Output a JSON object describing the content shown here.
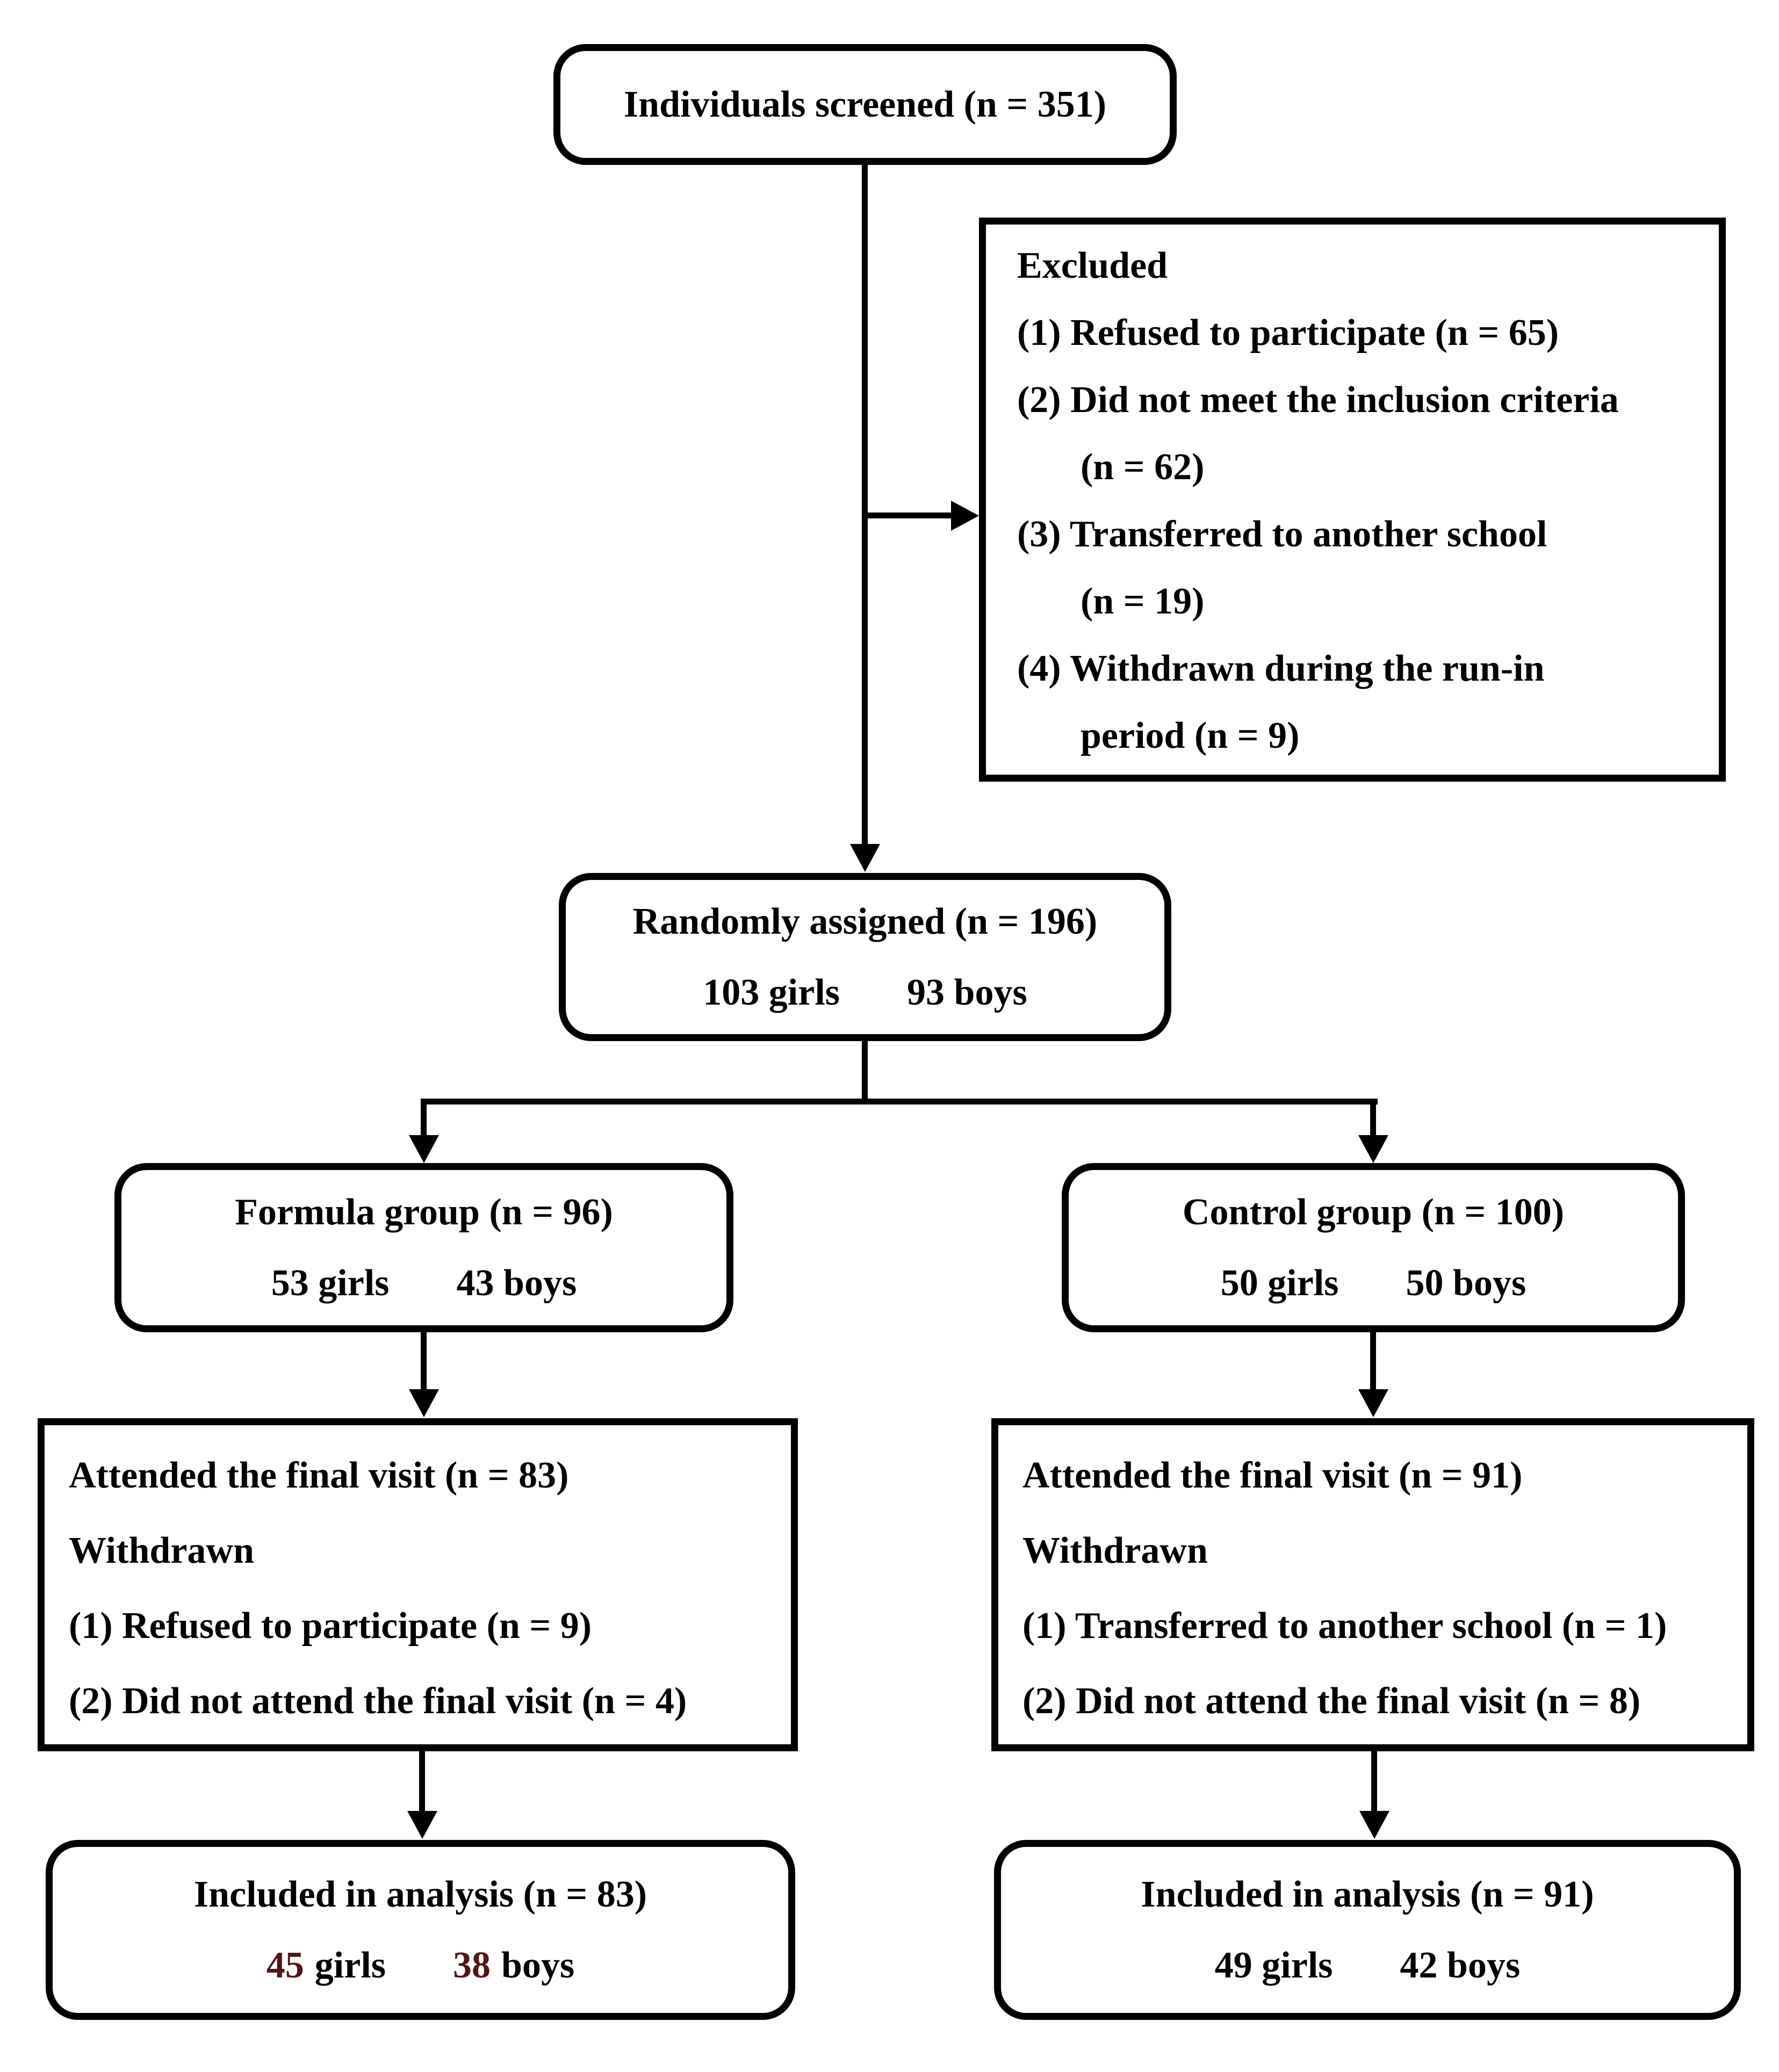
{
  "colors": {
    "line": "#000000",
    "text": "#000000",
    "background": "#ffffff",
    "analysis_number_highlight": "#521616"
  },
  "diagram": {
    "screened": {
      "label": "Individuals screened (n = 351)"
    },
    "excluded": {
      "lines": [
        "Excluded",
        "(1) Refused to participate (n = 65)",
        "(2) Did not meet the inclusion criteria",
        "(n = 62)",
        "(3) Transferred to another school",
        "(n = 19)",
        "(4) Withdrawn during the run-in",
        "period (n = 9)"
      ]
    },
    "randomized": {
      "label": "Randomly assigned (n = 196)",
      "girls": "103 girls",
      "boys": "93 boys"
    },
    "formula_group": {
      "label": "Formula group (n = 96)",
      "girls": "53 girls",
      "boys": "43 boys"
    },
    "control_group": {
      "label": "Control group (n = 100)",
      "girls": "50 girls",
      "boys": "50 boys"
    },
    "formula_attended": {
      "lines": [
        "Attended the final visit (n = 83)",
        "Withdrawn",
        "(1) Refused to participate (n = 9)",
        "(2) Did not attend the final visit (n = 4)"
      ]
    },
    "control_attended": {
      "lines": [
        "Attended the final visit (n = 91)",
        "Withdrawn",
        "(1) Transferred to another school (n = 1)",
        "(2) Did not attend the final visit (n = 8)"
      ]
    },
    "formula_analysis": {
      "label": "Included in analysis (n = 83)",
      "girls_num": "45",
      "girls_word": "girls",
      "boys_num": "38",
      "boys_word": "boys"
    },
    "control_analysis": {
      "label": "Included in analysis (n = 91)",
      "girls": "49 girls",
      "boys": "42 boys"
    }
  }
}
